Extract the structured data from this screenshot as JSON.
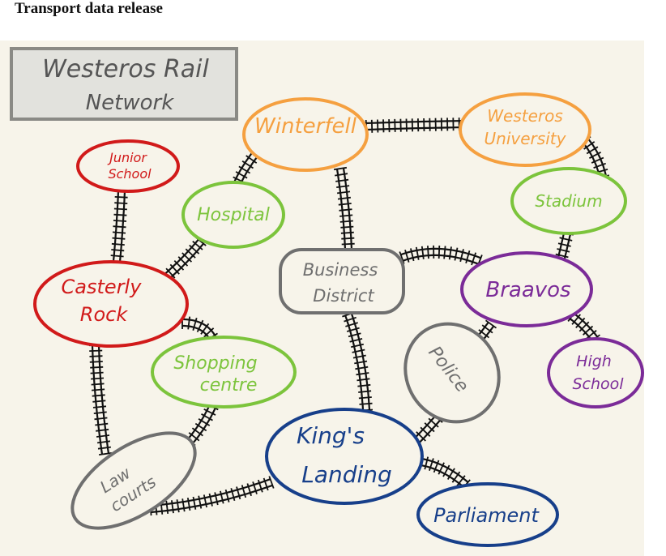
{
  "page": {
    "title": "Transport data release"
  },
  "diagram": {
    "title_line1": "Westeros Rail",
    "title_line2": "Network",
    "colors": {
      "background": "#f7f4ea",
      "frame_fill": "#e2e2dd",
      "frame_stroke": "#8a8a85",
      "track": "#111111",
      "orange": "#f5a040",
      "red": "#d11a1a",
      "green": "#7cc43c",
      "gray": "#6f6f6f",
      "purple": "#7b2b98",
      "blue": "#173f8a"
    },
    "stations": {
      "winterfell": "Winterfell",
      "westeros_university": [
        "Westeros",
        "University"
      ],
      "junior_school": [
        "Junior",
        "School"
      ],
      "hospital": "Hospital",
      "stadium": "Stadium",
      "casterly_rock": [
        "Casterly",
        "Rock"
      ],
      "business_district": [
        "Business",
        "District"
      ],
      "braavos": "Braavos",
      "shopping_centre": [
        "Shopping",
        "centre"
      ],
      "police": "Police",
      "high_school": [
        "High",
        "School"
      ],
      "law_courts": [
        "Law",
        "courts"
      ],
      "kings_landing": [
        "King's",
        "Landing"
      ],
      "parliament": "Parliament"
    }
  }
}
